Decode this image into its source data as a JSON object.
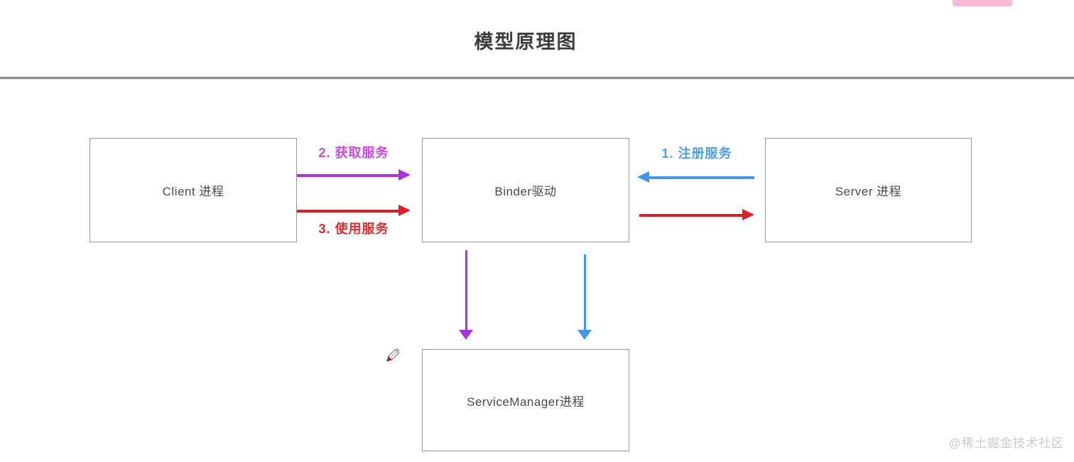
{
  "title": "模型原理图",
  "watermark": "@稀土掘金技术社区",
  "boxes": {
    "client": {
      "label": "Client 进程"
    },
    "binder": {
      "label": "Binder驱动"
    },
    "server": {
      "label": "Server 进程"
    },
    "service_manager": {
      "label": "ServiceManager进程"
    }
  },
  "arrows": {
    "register": {
      "label": "1. 注册服务",
      "from": "server",
      "to": "binder",
      "color": "blue"
    },
    "acquire": {
      "label": "2. 获取服务",
      "from": "client",
      "to": "binder",
      "color": "purple"
    },
    "use": {
      "label": "3. 使用服务",
      "from": "client",
      "to": "binder",
      "color": "red"
    },
    "binder_to_server": {
      "from": "binder",
      "to": "server",
      "color": "red"
    },
    "binder_to_sm_purple": {
      "from": "binder",
      "to": "service_manager",
      "color": "purple"
    },
    "binder_to_sm_blue": {
      "from": "binder",
      "to": "service_manager",
      "color": "blue"
    }
  },
  "icons": {
    "pencil": "pencil-cursor-icon"
  },
  "colors": {
    "purple": "#a934de",
    "red": "#df1e26",
    "blue": "#4297e6",
    "label_purple": "#cb49e6",
    "label_red": "#e02b30",
    "label_blue": "#4d9fe8",
    "box_border": "#979797",
    "box_text": "#4a4a4a",
    "title_text": "#3d3d3d",
    "divider": "#8d8d8d",
    "watermark": "#cbcbcb",
    "pink_smudge": "#f9b3d2",
    "pencil_tip": "#8e2436",
    "pencil_body_stroke": "#8a8a8a"
  }
}
